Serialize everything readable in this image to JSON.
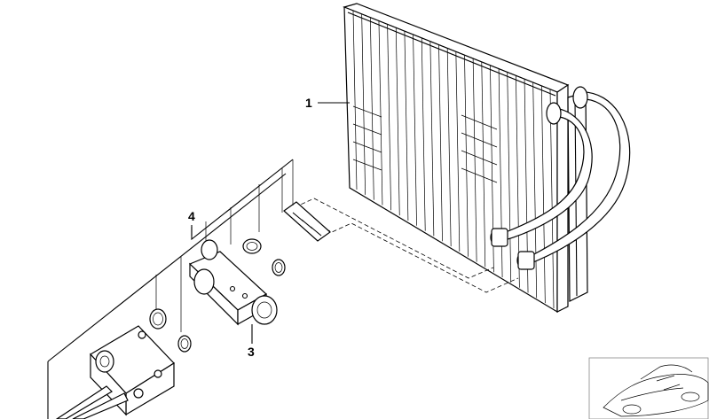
{
  "callouts": {
    "evaporator": "1",
    "expansion_valve": "3",
    "gasket_set": "4"
  }
}
